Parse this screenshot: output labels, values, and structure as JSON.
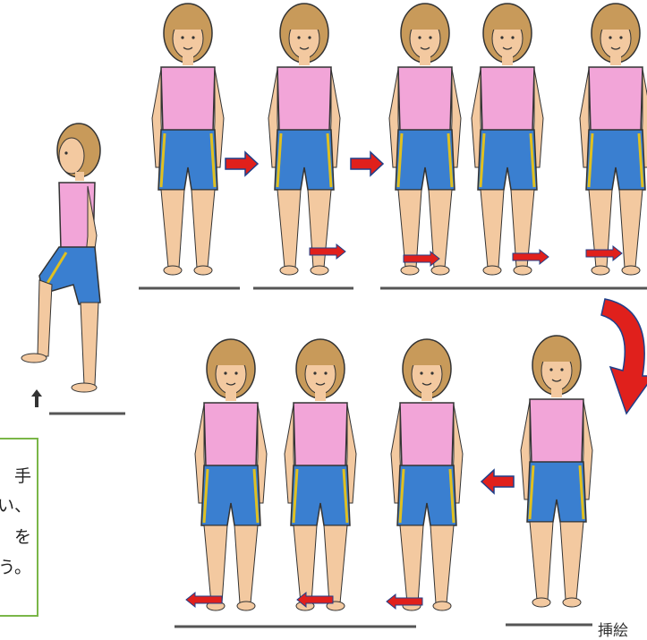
{
  "caption": {
    "lines": [
      "手",
      "い、",
      "を",
      "う。"
    ]
  },
  "credit": "挿絵",
  "colors": {
    "shirt": "#f2a5d8",
    "shorts": "#3a7fd0",
    "stripe": "#e0c020",
    "skin": "#f3c9a0",
    "hair": "#c89a5a",
    "arrow": "#e0201c",
    "caption_border": "#7ab648"
  },
  "icons": [
    "right-arrow-icon",
    "left-arrow-icon",
    "curved-turn-arrow-icon",
    "up-arrow-icon"
  ]
}
